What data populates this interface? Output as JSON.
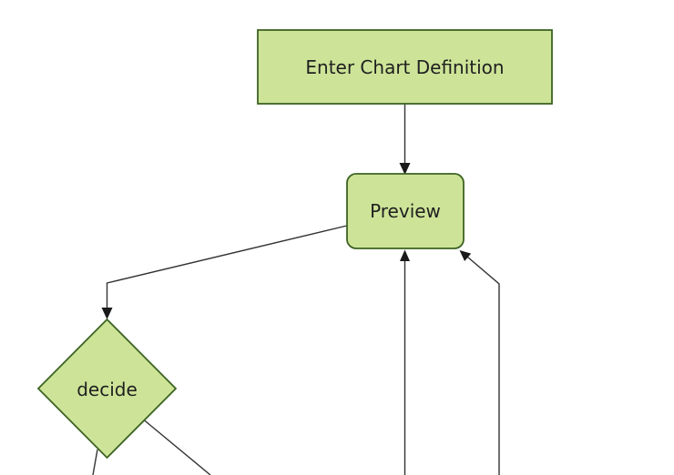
{
  "diagram": {
    "type": "flowchart",
    "colors": {
      "background": "#ffffff",
      "node_fill": "#cde498",
      "node_border": "#3d6322",
      "edge_line": "#333333",
      "arrowhead": "#1a1a1a",
      "label_text": "#1f1f1f"
    },
    "nodes": [
      {
        "id": "enter-chart-definition",
        "shape": "rectangle",
        "label": "Enter Chart Definition"
      },
      {
        "id": "preview",
        "shape": "rounded-rectangle",
        "label": "Preview"
      },
      {
        "id": "decide",
        "shape": "diamond",
        "label": "decide"
      }
    ],
    "edges": [
      {
        "from": "enter-chart-definition",
        "to": "preview",
        "arrowhead": true
      },
      {
        "from": "preview",
        "to": "decide",
        "arrowhead": true
      },
      {
        "from": "offscreen-bottom",
        "to": "preview",
        "arrowhead": true
      },
      {
        "from": "offscreen-bottom-right",
        "to": "preview",
        "arrowhead": true
      },
      {
        "from": "decide",
        "to": "offscreen-bottom-left",
        "arrowhead": false
      },
      {
        "from": "decide",
        "to": "offscreen-bottom",
        "arrowhead": false
      }
    ]
  }
}
